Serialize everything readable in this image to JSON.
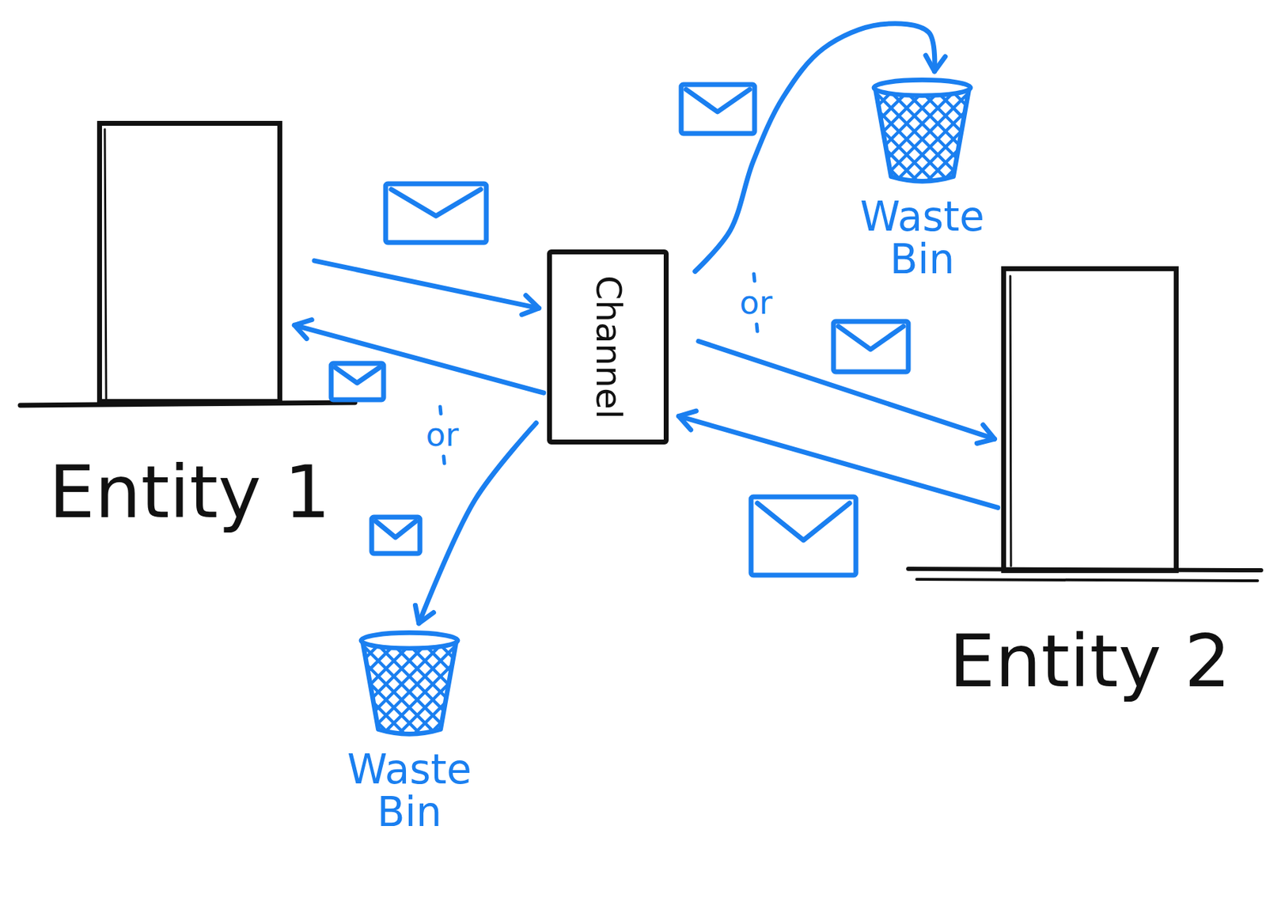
{
  "diagram": {
    "nodes": [
      {
        "text": [
          "Entity 1"
        ]
      },
      {
        "text": [
          "Channel"
        ]
      },
      {
        "text": [
          "Waste Bin"
        ]
      },
      {
        "text": [
          "Entity 2"
        ]
      },
      {
        "text": [
          "Waste Bin"
        ]
      }
    ],
    "edges": [
      {
        "from": 0,
        "to": 1,
        "arrow": "to"
      },
      {
        "from": 1,
        "to": 0,
        "arrow": "to"
      },
      {
        "from": 1,
        "to": 3,
        "arrow": "to"
      },
      {
        "from": 3,
        "to": 1,
        "arrow": "to"
      },
      {
        "from": 1,
        "to": 2,
        "arrow": "to"
      },
      {
        "from": 1,
        "to": 4,
        "arrow": "to"
      }
    ],
    "labels": [
      "or",
      "or"
    ]
  }
}
